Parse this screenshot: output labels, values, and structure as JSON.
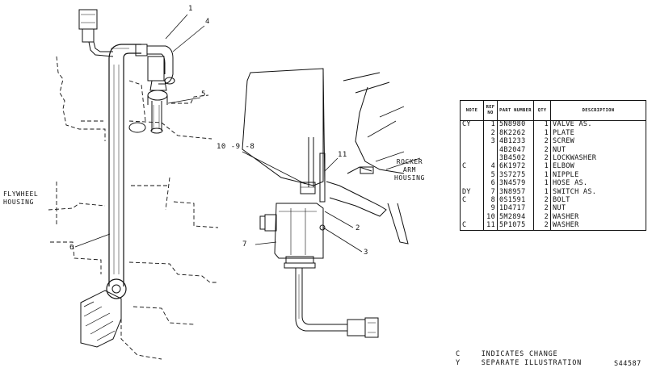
{
  "callouts": {
    "c1_top": "1",
    "c4_top": "4",
    "c5": "5",
    "c6": "6",
    "c10_9_8": "10 -9 -8",
    "c11": "11",
    "c2": "2",
    "c3": "3",
    "c7": "7"
  },
  "labels": {
    "flywheel_line1": "FLYWHEEL",
    "flywheel_line2": "HOUSING",
    "rocker_line1": "ROCKER",
    "rocker_line2": "ARM",
    "rocker_line3": "HOUSING"
  },
  "table": {
    "headers": {
      "note": "NOTE",
      "ref": "REF NO",
      "part": "PART NUMBER",
      "qty": "QTY",
      "desc": "DESCRIPTION"
    },
    "rows": [
      {
        "note": "CY",
        "ref": "1",
        "part": "5N8980",
        "qty": "1",
        "desc": "VALVE AS."
      },
      {
        "note": "",
        "ref": "2",
        "part": "8K2262",
        "qty": "1",
        "desc": "PLATE"
      },
      {
        "note": "",
        "ref": "3",
        "part": "4B1233",
        "qty": "2",
        "desc": "SCREW"
      },
      {
        "note": "",
        "ref": "",
        "part": "4B2047",
        "qty": "2",
        "desc": "NUT"
      },
      {
        "note": "",
        "ref": "",
        "part": "3B4502",
        "qty": "2",
        "desc": "LOCKWASHER"
      },
      {
        "note": "C",
        "ref": "4",
        "part": "6K1972",
        "qty": "1",
        "desc": "ELBOW"
      },
      {
        "note": "",
        "ref": "5",
        "part": "3S7275",
        "qty": "1",
        "desc": "NIPPLE"
      },
      {
        "note": "",
        "ref": "6",
        "part": "3N4579",
        "qty": "1",
        "desc": "HOSE AS."
      },
      {
        "note": "DY",
        "ref": "7",
        "part": "3N8957",
        "qty": "1",
        "desc": "SWITCH AS."
      },
      {
        "note": "C",
        "ref": "8",
        "part": "0S1591",
        "qty": "2",
        "desc": "BOLT"
      },
      {
        "note": "",
        "ref": "9",
        "part": "1D4717",
        "qty": "2",
        "desc": "NUT"
      },
      {
        "note": "",
        "ref": "10",
        "part": "5M2894",
        "qty": "2",
        "desc": "WASHER"
      },
      {
        "note": "C",
        "ref": "11",
        "part": "5P1075",
        "qty": "2",
        "desc": "WASHER"
      }
    ]
  },
  "legend": {
    "c_key": "C",
    "c_text": "INDICATES CHANGE",
    "y_key": "Y",
    "y_text": "SEPARATE ILLUSTRATION"
  },
  "figure_id": "S44587"
}
